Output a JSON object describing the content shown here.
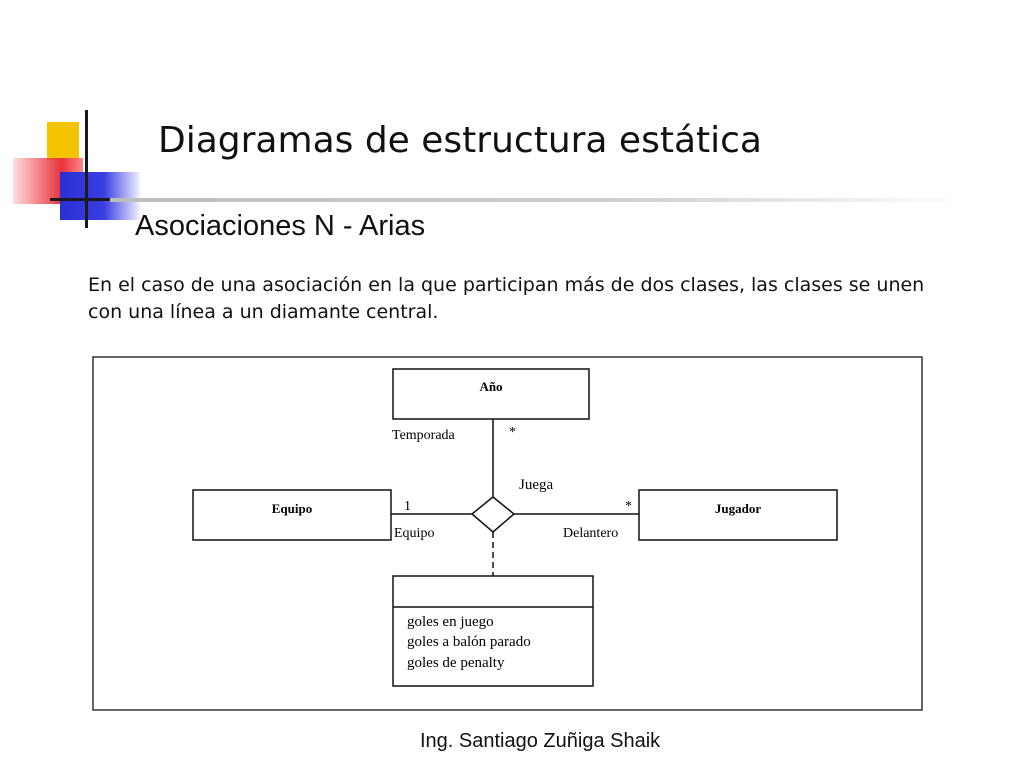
{
  "slide": {
    "title": "Diagramas de estructura estática",
    "subtitle": "Asociaciones N - Arias",
    "body": "En el caso de una asociación en la que participan más de dos clases, las clases se unen con una línea a un diamante central.",
    "footer": "Ing. Santiago Zuñiga Shaik"
  },
  "diagram": {
    "classes": {
      "anio": "Año",
      "equipo": "Equipo",
      "jugador": "Jugador"
    },
    "association_name": "Juega",
    "roles": {
      "top_role": "Temporada",
      "top_multiplicity": "*",
      "left_role": "Equipo",
      "left_multiplicity": "1",
      "right_role": "Delantero",
      "right_multiplicity": "*"
    },
    "association_class": {
      "name": "",
      "attributes": [
        "goles en juego",
        "goles a balón parado",
        "goles de penalty"
      ]
    }
  }
}
